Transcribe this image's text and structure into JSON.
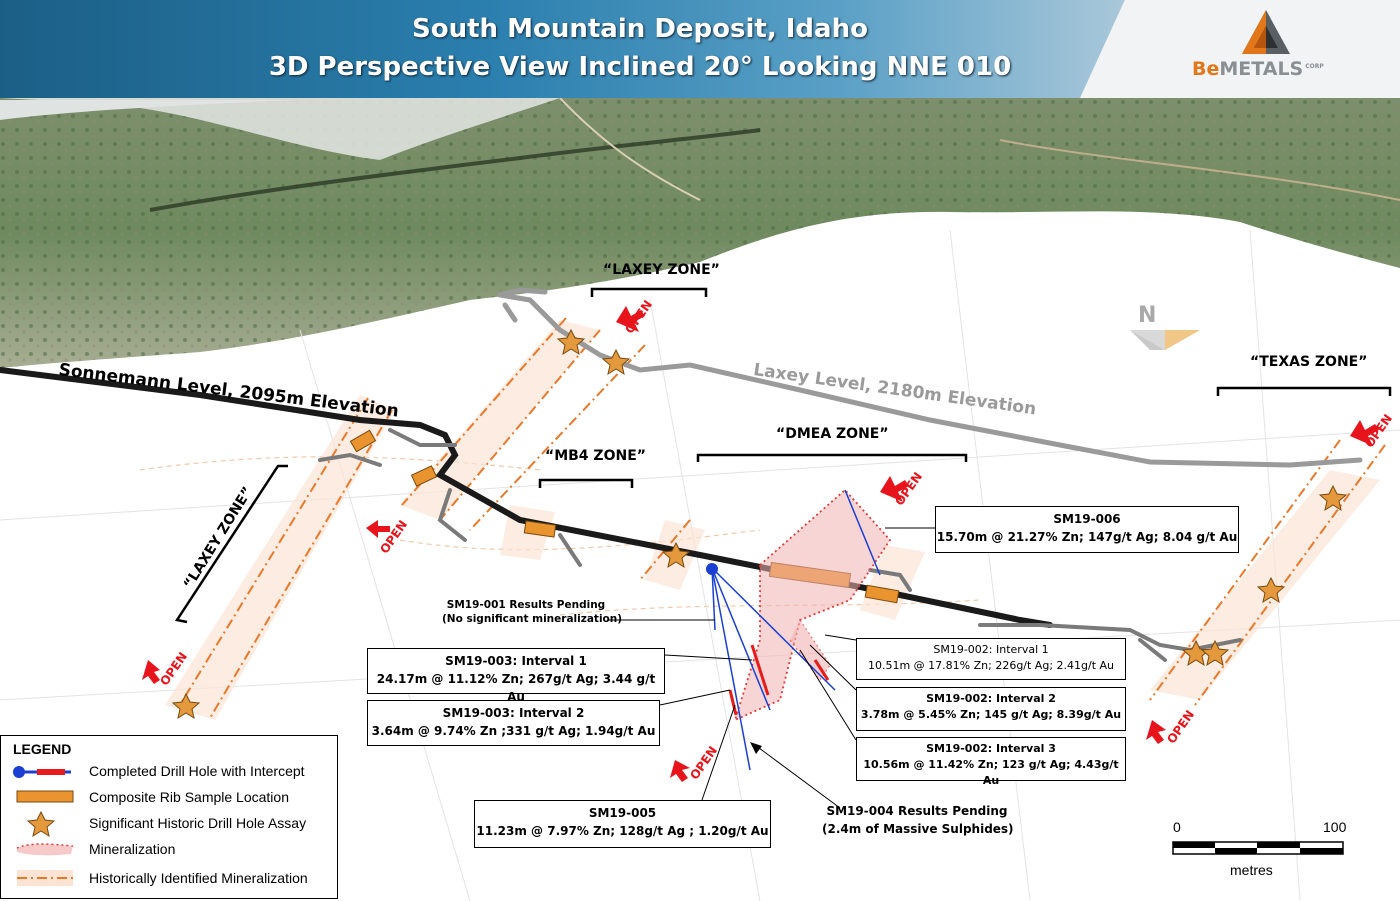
{
  "header": {
    "title_line1": "South Mountain Deposit, Idaho",
    "title_line2": "3D Perspective View Inclined 20° Looking NNE 010",
    "logo_prefix": "Be",
    "logo_main": "METALS",
    "logo_suffix": "CORP"
  },
  "levels": {
    "sonnemann": "Sonnemann Level, 2095m Elevation",
    "laxey": "Laxey Level, 2180m Elevation"
  },
  "zones": {
    "laxey_top": "“LAXEY ZONE”",
    "laxey_left": "“LAXEY ZONE”",
    "mb4": "“MB4 ZONE”",
    "dmea": "“DMEA ZONE”",
    "texas": "“TEXAS ZONE”"
  },
  "open_label": "OPEN",
  "north_label": "N",
  "callouts": {
    "sm19_006": {
      "title": "SM19-006",
      "text": "15.70m @ 21.27% Zn; 147g/t Ag; 8.04 g/t Au"
    },
    "sm19_001": {
      "title": "SM19-001 Results Pending",
      "text": "(No significant mineralization)"
    },
    "sm19_003_i1": {
      "title": "SM19-003: Interval 1",
      "text": "24.17m @ 11.12% Zn; 267g/t Ag; 3.44 g/t Au"
    },
    "sm19_003_i2": {
      "title": "SM19-003: Interval 2",
      "text": "3.64m @ 9.74% Zn ;331 g/t Ag; 1.94g/t Au"
    },
    "sm19_002_i1": {
      "title": "SM19-002: Interval 1",
      "text": "10.51m @ 17.81% Zn; 226g/t Ag; 2.41g/t Au"
    },
    "sm19_002_i2": {
      "title": "SM19-002: Interval 2",
      "text": "3.78m @ 5.45% Zn; 145 g/t Ag; 8.39g/t Au"
    },
    "sm19_002_i3": {
      "title": "SM19-002: Interval 3",
      "text": "10.56m @ 11.42% Zn; 123 g/t Ag; 4.43g/t Au"
    },
    "sm19_005": {
      "title": "SM19-005",
      "text": "11.23m @ 7.97% Zn; 128g/t Ag ;  1.20g/t Au"
    },
    "sm19_004": {
      "title": "SM19-004 Results Pending",
      "text": "(2.4m of Massive Sulphides)"
    }
  },
  "legend": {
    "title": "LEGEND",
    "items": [
      "Completed Drill Hole with Intercept",
      "Composite Rib Sample Location",
      "Significant Historic Drill Hole Assay",
      "Mineralization",
      "Historically Identified Mineralization"
    ]
  },
  "scale": {
    "min": "0",
    "max": "100",
    "unit": "metres"
  },
  "colors": {
    "open_arrow": "#e8141b",
    "rib_sample": "#e9942e",
    "star": "#e49a3c",
    "drill_hole": "#1a3fd1",
    "mineralization": "#e23a3a",
    "historic_zone": "#e8782a",
    "terrain": "#6f8a5f"
  }
}
